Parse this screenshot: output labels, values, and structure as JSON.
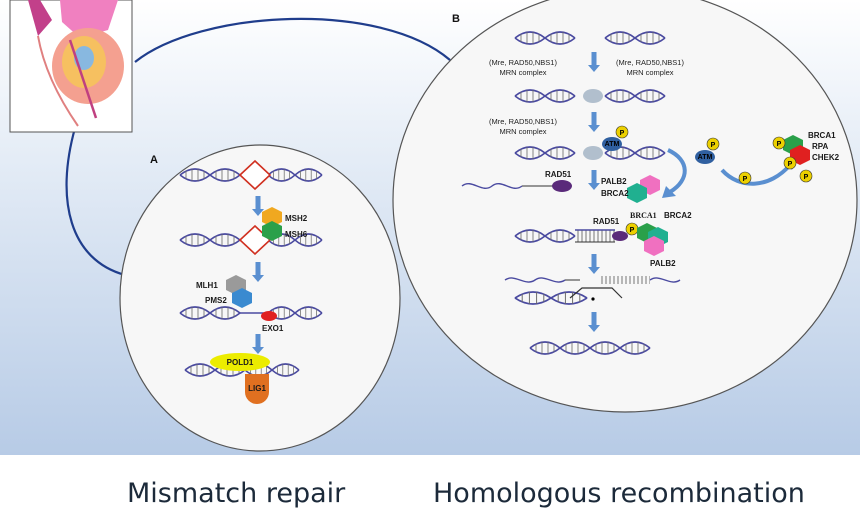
{
  "panel_a": {
    "letter": "A",
    "proteins": {
      "msh2": "MSH2",
      "msh6": "MSH6",
      "mlh1": "MLH1",
      "pms2": "PMS2",
      "exo1": "EXO1",
      "pold1": "POLD1",
      "lig1": "LIG1"
    }
  },
  "panel_b": {
    "letter": "B",
    "mrn_line1": "(Mre, RAD50,NBS1)",
    "mrn_line2": "MRN complex",
    "atm": "ATM",
    "p": "P",
    "rad51": "RAD51",
    "palb2": "PALB2",
    "brca2": "BRCA2",
    "brca1": "BRCA1",
    "rpa": "RPA",
    "chek2": "CHEK2"
  },
  "captions": {
    "left": "Mismatch repair",
    "right": "Homologous recombination"
  },
  "colors": {
    "dna": "#4a4aa0",
    "connector": "#1f3d8c",
    "arrow": "#5a8fd0",
    "mismatch": "#d03020",
    "msh2": "#f0a820",
    "msh6": "#2aa04a",
    "mlh1": "#9a9a9a",
    "pms2": "#3a8ad0",
    "exo1": "#e02020",
    "pold1": "#ecec00",
    "lig1": "#e07020",
    "palb2": "#f070c0",
    "brca2": "#20b090",
    "rad51": "#5a2a7a",
    "atm": "#3060a0",
    "phospho": "#ecd000",
    "chek2": "#e02020"
  }
}
